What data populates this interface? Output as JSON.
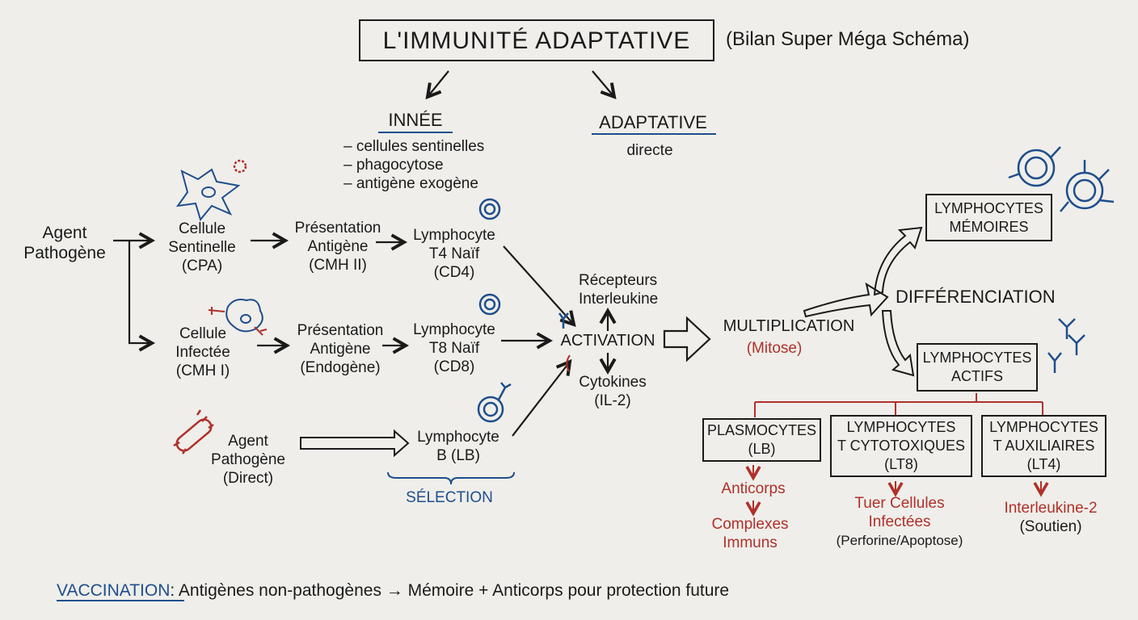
{
  "title": "L'IMMUNITÉ ADAPTATIVE",
  "subtitle": "(Bilan Super Méga Schéma)",
  "innee": {
    "heading": "INNÉE",
    "items": [
      "– cellules sentinelles",
      "– phagocytose",
      "– antigène exogène"
    ]
  },
  "adaptative": {
    "heading": "ADAPTATIVE",
    "sub": "directe"
  },
  "agent": [
    "Agent",
    "Pathogène"
  ],
  "sentinelle": [
    "Cellule",
    "Sentinelle",
    "(CPA)"
  ],
  "infectee": [
    "Cellule",
    "Infectée",
    "(CMH I)"
  ],
  "pres1": [
    "Présentation",
    "Antigène",
    "(CMH II)"
  ],
  "pres2": [
    "Présentation",
    "Antigène",
    "(Endogène)"
  ],
  "t4": [
    "Lymphocyte",
    "T4 Naïf",
    "(CD4)"
  ],
  "t8": [
    "Lymphocyte",
    "T8 Naïf",
    "(CD8)"
  ],
  "agent_direct": [
    "Agent",
    "Pathogène",
    "(Direct)"
  ],
  "lb": [
    "Lymphocyte",
    "B (LB)"
  ],
  "selection": "SÉLECTION",
  "activation": "ACTIVATION",
  "recepteurs": [
    "Récepteurs",
    "Interleukine"
  ],
  "cytokines": [
    "Cytokines",
    "(IL-2)"
  ],
  "multiplication": "MULTIPLICATION",
  "mitose": "(Mitose)",
  "differenciation": "DIFFÉRENCIATION",
  "memoires": [
    "LYMPHOCYTES",
    "MÉMOIRES"
  ],
  "actifs": [
    "LYMPHOCYTES",
    "ACTIFS"
  ],
  "plasmocytes": {
    "box": [
      "PLASMOCYTES",
      "(LB)"
    ],
    "out": [
      "Anticorps",
      "Complexes",
      "Immuns"
    ]
  },
  "lt8": {
    "box": [
      "LYMPHOCYTES",
      "T CYTOTOXIQUES",
      "(LT8)"
    ],
    "out": [
      "Tuer Cellules",
      "Infectées",
      "(Perforine/Apoptose)"
    ]
  },
  "lt4": {
    "box": [
      "LYMPHOCYTES",
      "T AUXILIAIRES",
      "(LT4)"
    ],
    "out": [
      "Interleukine-2",
      "(Soutien)"
    ]
  },
  "vaccination": {
    "label": "VACCINATION",
    "text": ": Antigènes non-pathogènes → Mémoire + Anticorps pour protection future"
  },
  "colors": {
    "ink": "#1a1a1a",
    "red": "#b0302a",
    "blue": "#1f4e8c",
    "board": "#efeeea"
  }
}
